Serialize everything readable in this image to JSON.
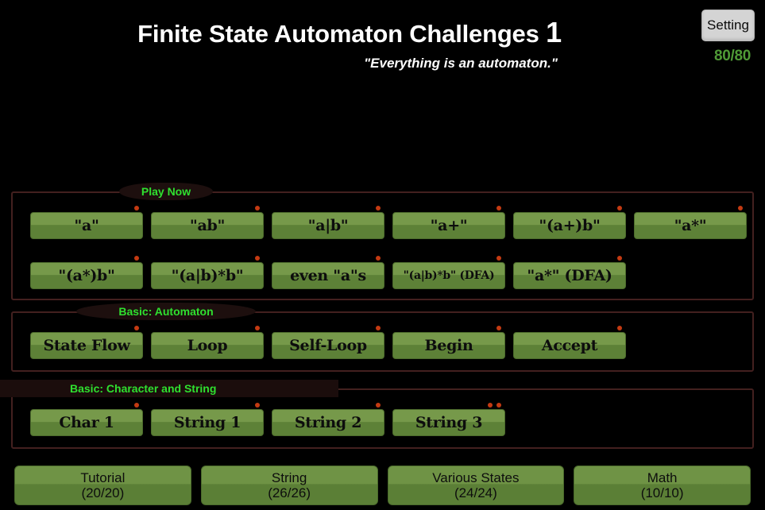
{
  "header": {
    "title_text": "Finite State Automaton Challenges",
    "title_number": "1",
    "tagline": "\"Everything is an automaton.\"",
    "setting_label": "Setting",
    "score": "80/80",
    "score_color": "#4f9a36",
    "title_color": "#ffffff"
  },
  "theme": {
    "background": "#000000",
    "panel_border": "#43201f",
    "panel_label_bg": "#1d0f0e",
    "panel_label_color": "#2fe02f",
    "button_face": "#76994a",
    "button_face_dark": "#5d8137",
    "button_text": "#0d0d0d",
    "clear_dot": "#c43a12"
  },
  "sections": [
    {
      "label": "Play Now",
      "rows": [
        [
          {
            "label": "\"a\"",
            "dots": 1,
            "width": 142,
            "small": false
          },
          {
            "label": "\"ab\"",
            "dots": 1,
            "width": 142,
            "small": false
          },
          {
            "label": "\"a|b\"",
            "dots": 1,
            "width": 142,
            "small": false
          },
          {
            "label": "\"a+\"",
            "dots": 1,
            "width": 142,
            "small": false
          },
          {
            "label": "\"(a+)b\"",
            "dots": 1,
            "width": 142,
            "small": false
          },
          {
            "label": "\"a*\"",
            "dots": 1,
            "width": 142,
            "small": false
          }
        ],
        [
          {
            "label": "\"(a*)b\"",
            "dots": 1,
            "width": 142,
            "small": false
          },
          {
            "label": "\"(a|b)*b\"",
            "dots": 1,
            "width": 142,
            "small": false
          },
          {
            "label": "even \"a\"s",
            "dots": 1,
            "width": 142,
            "small": false
          },
          {
            "label": "\"(a|b)*b\" (DFA)",
            "dots": 1,
            "width": 142,
            "small": true
          },
          {
            "label": "\"a*\" (DFA)",
            "dots": 1,
            "width": 142,
            "small": false
          }
        ]
      ]
    },
    {
      "label": "Basic: Automaton",
      "rows": [
        [
          {
            "label": "State Flow",
            "dots": 1,
            "width": 142,
            "small": false
          },
          {
            "label": "Loop",
            "dots": 1,
            "width": 142,
            "small": false
          },
          {
            "label": "Self-Loop",
            "dots": 1,
            "width": 142,
            "small": false
          },
          {
            "label": "Begin",
            "dots": 1,
            "width": 142,
            "small": false
          },
          {
            "label": "Accept",
            "dots": 1,
            "width": 142,
            "small": false
          }
        ]
      ]
    },
    {
      "label": "Basic: Character and String",
      "rows": [
        [
          {
            "label": "Char 1",
            "dots": 1,
            "width": 142,
            "small": false
          },
          {
            "label": "String 1",
            "dots": 1,
            "width": 142,
            "small": false
          },
          {
            "label": "String 2",
            "dots": 1,
            "width": 142,
            "small": false
          },
          {
            "label": "String 3",
            "dots": 2,
            "width": 142,
            "small": false
          }
        ]
      ]
    }
  ],
  "categories": [
    {
      "name": "Tutorial",
      "count": "(20/20)"
    },
    {
      "name": "String",
      "count": "(26/26)"
    },
    {
      "name": "Various States",
      "count": "(24/24)"
    },
    {
      "name": "Math",
      "count": "(10/10)"
    }
  ]
}
